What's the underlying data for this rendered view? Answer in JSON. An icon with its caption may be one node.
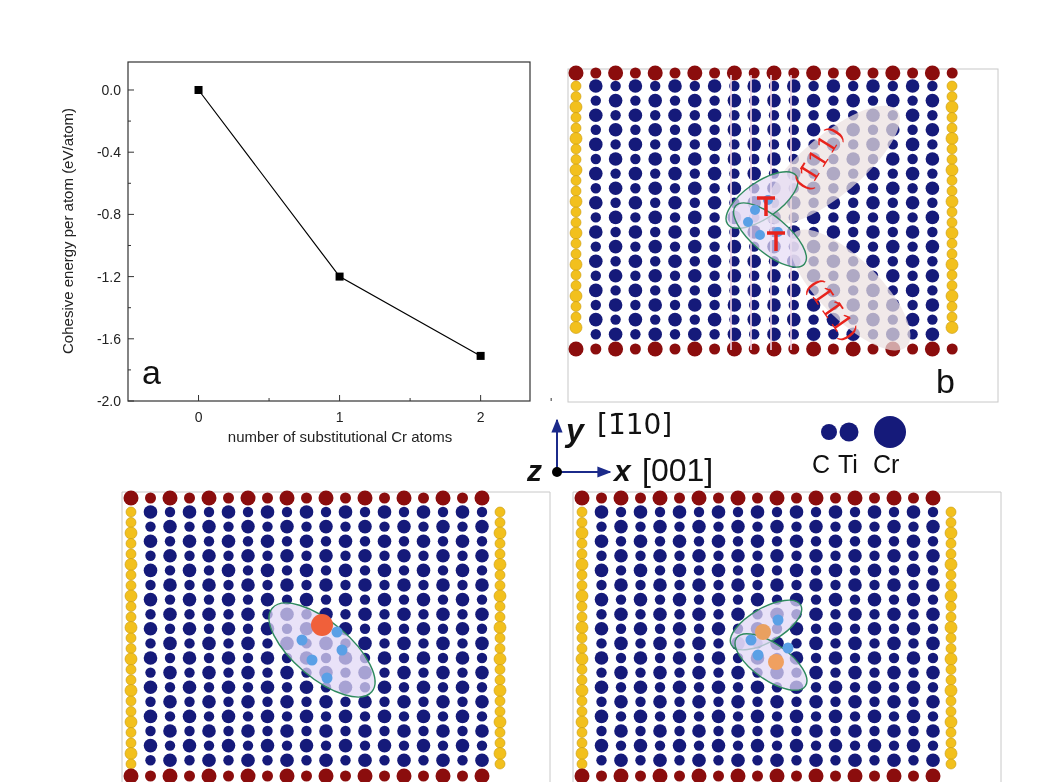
{
  "diagram": {
    "labels": [
      "a",
      "b",
      "(1̄11)",
      "(1̄1̄1)",
      "y",
      "[1̄10]",
      "z",
      "x",
      "[001]"
    ],
    "legend": [
      {
        "text": "C"
      },
      {
        "text": "Ti"
      },
      {
        "text": "Cr"
      }
    ],
    "chart_data": {
      "type": "line",
      "xlabel": "number of substitutional Cr atoms",
      "ylabel": "Cohesive energy per atom (eV/atom)",
      "x": [
        0,
        1,
        2
      ],
      "series": [
        {
          "color": "#000000",
          "marker": "square",
          "values": [
            0.0,
            -1.2,
            -1.71
          ]
        }
      ],
      "xlim": [
        -0.5,
        2.35
      ],
      "ylim": [
        -2.0,
        0.18
      ],
      "xticks": [
        0,
        1,
        2
      ],
      "yticks": [
        {
          "value": 0,
          "label": "0.0"
        },
        {
          "value": -0.4,
          "label": "-0.4"
        },
        {
          "value": -0.8,
          "label": "-0.8"
        },
        {
          "value": -1.2,
          "label": "-1.2"
        },
        {
          "value": -1.6,
          "label": "-1.6"
        },
        {
          "value": -2,
          "label": "-2.0"
        }
      ]
    }
  }
}
